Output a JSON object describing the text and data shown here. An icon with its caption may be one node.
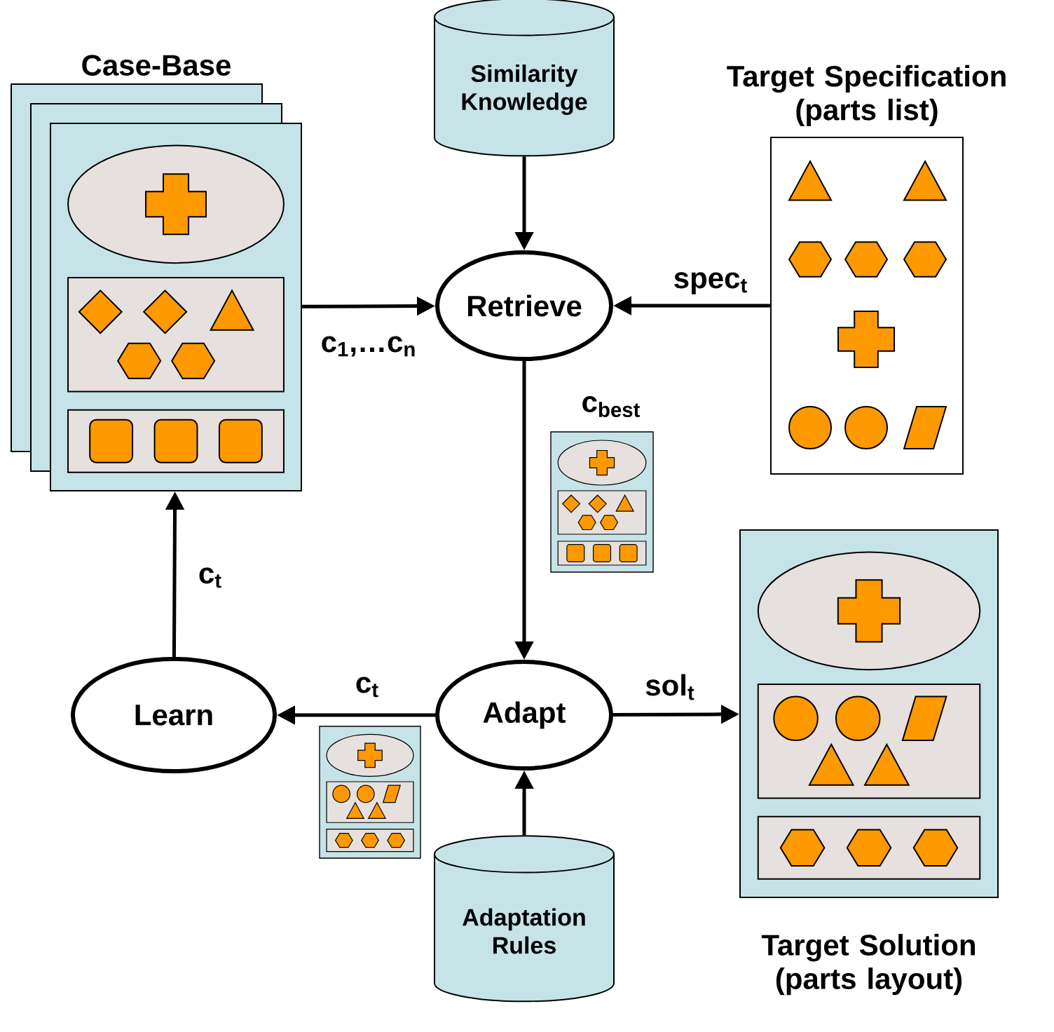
{
  "diagram": {
    "nodes": [
      {
        "text": [
          "Case-Base"
        ]
      },
      {
        "text": [
          "Similarity Knowledge"
        ]
      },
      {
        "text": [
          "Retrieve"
        ]
      },
      {
        "text": [
          "Target Specification (parts list)"
        ]
      },
      {
        "text": [
          "Adapt"
        ]
      },
      {
        "text": [
          "Learn"
        ]
      },
      {
        "text": [
          "Target Solution (parts layout)"
        ]
      },
      {
        "text": [
          "Adaptation Rules"
        ]
      }
    ],
    "edges": [
      {
        "from": 0,
        "to": 2,
        "arrow": "to",
        "label": "c$_{1}$,…c$_{n}$"
      },
      {
        "from": 1,
        "to": 2,
        "arrow": "to"
      },
      {
        "from": 3,
        "to": 2,
        "arrow": "to",
        "label": "spec$_{t}$"
      },
      {
        "from": 2,
        "to": 4,
        "arrow": "to",
        "label": "c$_{best}$"
      },
      {
        "from": 4,
        "to": 5,
        "arrow": "to",
        "label": "c$_{t}$"
      },
      {
        "from": 4,
        "to": 6,
        "arrow": "to",
        "label": "sol$_{t}$"
      },
      {
        "from": 7,
        "to": 4,
        "arrow": "to"
      },
      {
        "from": 5,
        "to": 0,
        "arrow": "to",
        "label": "c$_{t}$"
      }
    ]
  }
}
